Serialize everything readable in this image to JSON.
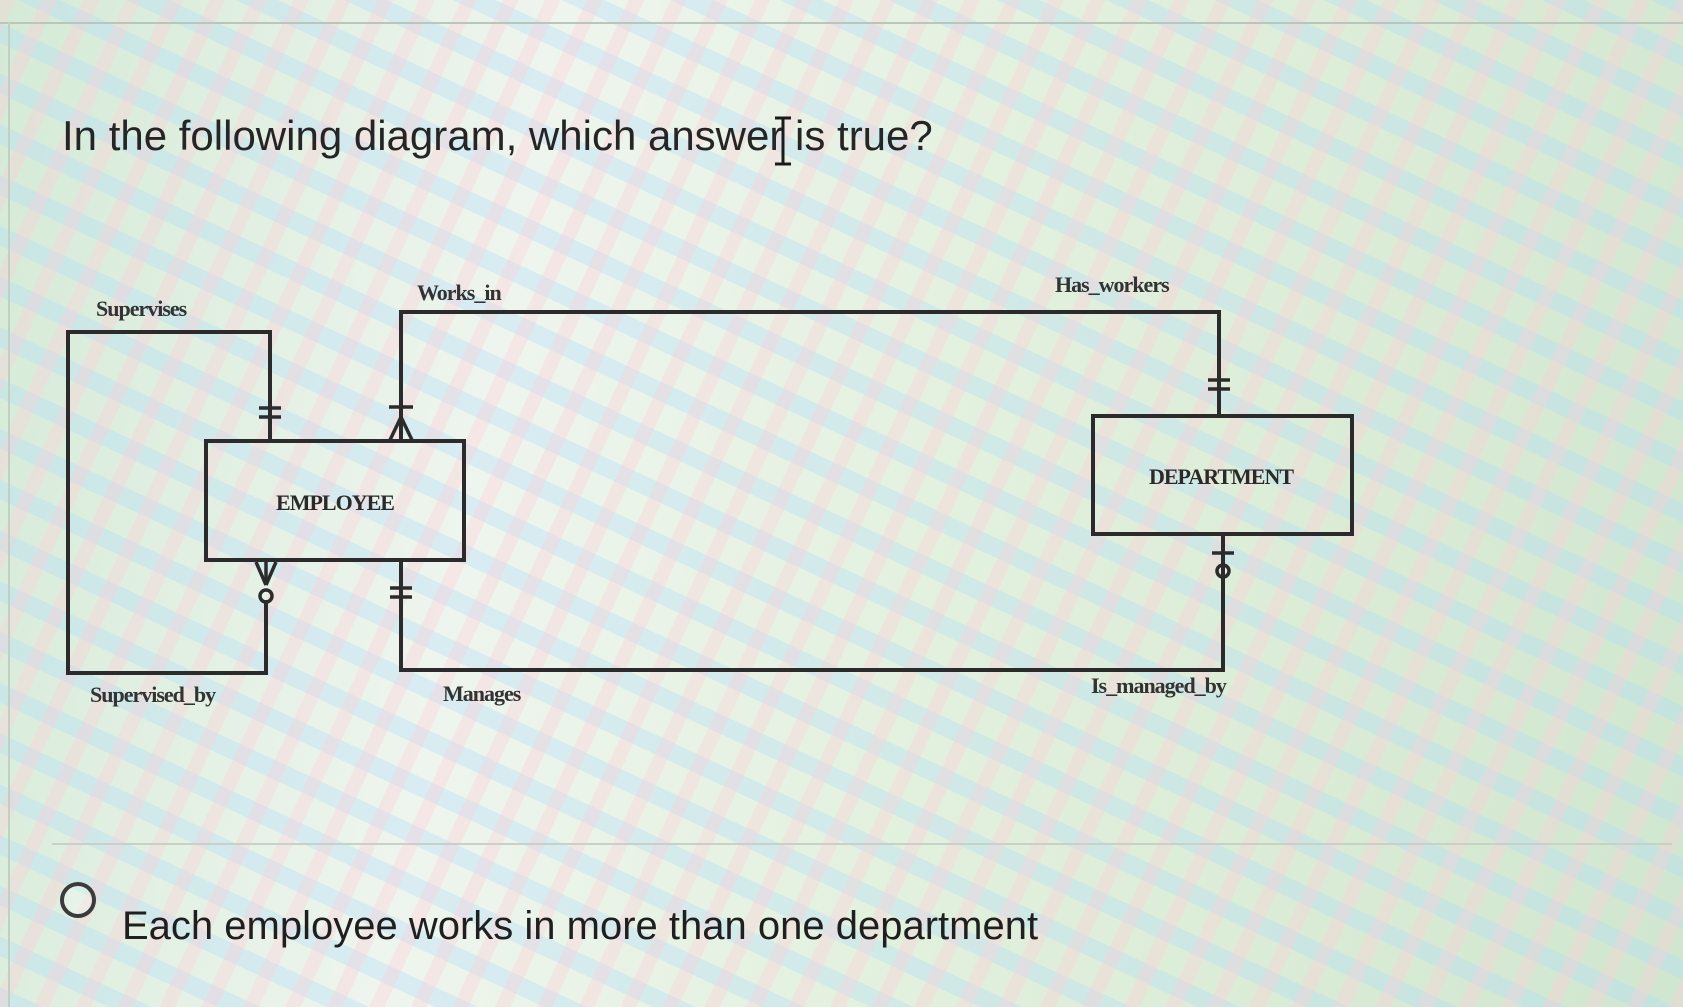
{
  "question": {
    "title": "In the following diagram, which answer is true?"
  },
  "diagram": {
    "entities": {
      "employee": "EMPLOYEE",
      "department": "DEPARTMENT"
    },
    "relationships": {
      "supervises": "Supervises",
      "supervised_by": "Supervised_by",
      "works_in": "Works_in",
      "has_workers": "Has_workers",
      "manages": "Manages",
      "is_managed_by": "Is_managed_by"
    },
    "notation": {
      "employee_works_in_end": "crow's foot (one or many)",
      "department_has_workers_end": "one and only one",
      "employee_supervises_end": "one and only one",
      "employee_supervised_by_end": "zero or many",
      "employee_manages_end": "one and only one",
      "department_is_managed_by_end": "zero or one"
    }
  },
  "answers": [
    {
      "label": "Each employee works in more than one department",
      "selected": false
    }
  ],
  "colors": {
    "line": "#2b2b2b",
    "text": "#252525",
    "radio_border": "#3b3b3b"
  }
}
